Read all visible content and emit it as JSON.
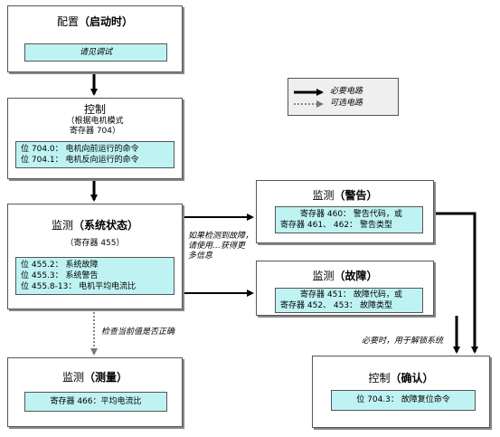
{
  "config": {
    "title": "配置",
    "title_bold": "（启动时）",
    "inner": "请见调试"
  },
  "control": {
    "title": "控制",
    "sub1": "（根据电机模式",
    "sub2": "寄存器 704）",
    "lines": [
      "位 704.0：  电机向前运行的命令",
      "位 704.1：  电机反向运行的命令"
    ]
  },
  "monitor_status": {
    "title": "监测",
    "title_bold": "（系统状态）",
    "sub": "（寄存器 455）",
    "lines": [
      "位 455.2：  系统故障",
      "位 455.3：  系统警告",
      "位 455.8-13：  电机平均电流比"
    ]
  },
  "monitor_measure": {
    "title": "监测",
    "title_bold": "（测量）",
    "inner": "寄存器 466：平均电流比"
  },
  "monitor_warning": {
    "title": "监测",
    "title_bold": "（警告）",
    "lines": [
      "寄存器 460：  警告代码，或",
      "寄存器 461、 462：  警告类型"
    ]
  },
  "monitor_fault": {
    "title": "监测",
    "title_bold": "（故障）",
    "lines": [
      "寄存器 451：  故障代码，或",
      "寄存器 452、 453：  故障类型"
    ]
  },
  "control_ack": {
    "title": "控制",
    "title_bold": "（确认）",
    "inner": "位 704.3：  故障复位命令"
  },
  "legend": {
    "required": "必要电路",
    "optional": "可选电路"
  },
  "notes": {
    "fault_detect": [
      "如果检测到故障，",
      "请使用…获得更",
      "多信息"
    ],
    "check_value": "检查当前值是否正确",
    "when_needed": "必要时，用于解锁系统"
  },
  "colors": {
    "inner_fill": "#bff3f3",
    "legend_fill": "#efefef"
  }
}
